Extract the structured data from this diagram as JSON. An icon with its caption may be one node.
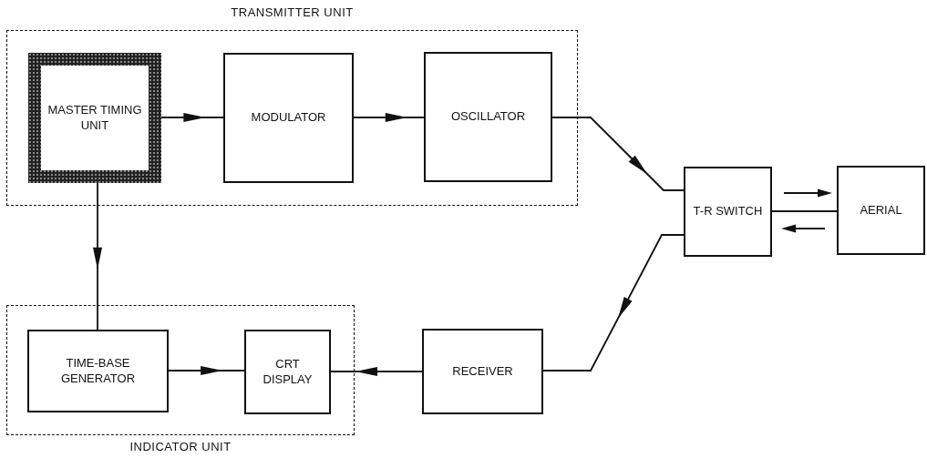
{
  "diagram": {
    "nodes": [
      {
        "text": [
          "TRANSMITTER UNIT"
        ]
      },
      {
        "text": [
          "MASTER TIMING UNIT"
        ],
        "in": 0
      },
      {
        "text": [
          "MODULATOR"
        ],
        "in": 0
      },
      {
        "text": [
          "OSCILLATOR"
        ],
        "in": 0
      },
      {
        "text": [
          "T-R SWITCH"
        ]
      },
      {
        "text": [
          "AERIAL"
        ]
      },
      {
        "text": [
          "INDICATOR UNIT"
        ]
      },
      {
        "text": [
          "TIME-BASE GENERATOR"
        ],
        "in": 6
      },
      {
        "text": [
          "CRT DISPLAY"
        ],
        "in": 6
      },
      {
        "text": [
          "RECEIVER"
        ]
      }
    ],
    "edges": [
      {
        "from": 1,
        "to": 2,
        "arrow": "to"
      },
      {
        "from": 2,
        "to": 3,
        "arrow": "to"
      },
      {
        "from": 3,
        "to": 4,
        "arrow": "to"
      },
      {
        "from": 4,
        "to": 5,
        "arrow": "none"
      },
      {
        "from": 4,
        "to": 9,
        "arrow": "to"
      },
      {
        "from": 9,
        "to": 8,
        "arrow": "to"
      },
      {
        "from": 7,
        "to": 8,
        "arrow": "to"
      },
      {
        "from": 1,
        "to": 7,
        "arrow": "to"
      }
    ]
  }
}
